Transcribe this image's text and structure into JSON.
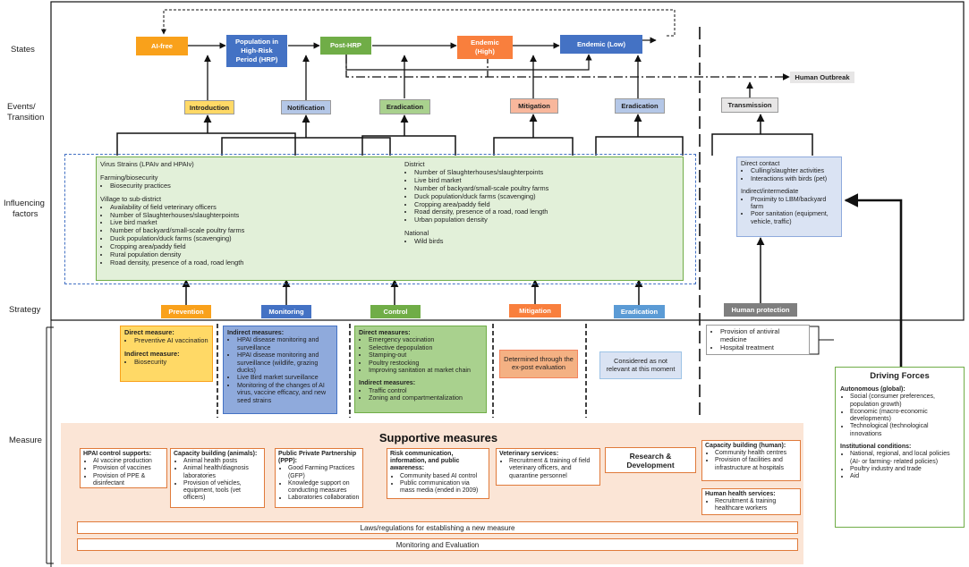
{
  "row_labels": {
    "states": "States",
    "events_l1": "Events/",
    "events_l2": "Transition",
    "inf_l1": "Influencing",
    "inf_l2": "factors",
    "strategy": "Strategy",
    "measure": "Measure"
  },
  "states": {
    "ai_free": "AI-free",
    "hrp_l1": "Population in",
    "hrp_l2": "High-Risk",
    "hrp_l3": "Period (HRP)",
    "post_hrp": "Post-HRP",
    "endemic_high_l1": "Endemic",
    "endemic_high_l2": "(High)",
    "endemic_low": "Endemic (Low)",
    "human_outbreak": "Human Outbreak"
  },
  "events": {
    "introduction": "Introduction",
    "notification": "Notification",
    "eradication": "Eradication",
    "mitigation": "Mitigation",
    "eradication2": "Eradication",
    "transmission": "Transmission"
  },
  "influencing": {
    "left_col": [
      {
        "type": "text",
        "text": "Virus Strains (LPAIv and HPAIv)"
      },
      {
        "type": "gap"
      },
      {
        "type": "text",
        "text": "Farming/biosecurity"
      },
      {
        "type": "bullet",
        "text": "Biosecurity practices"
      },
      {
        "type": "gap"
      },
      {
        "type": "text",
        "text": "Village to sub-district"
      },
      {
        "type": "bullet",
        "text": "Availability of field veterinary officers"
      },
      {
        "type": "bullet",
        "text": "Number of Slaughterhouses/slaughterpoints"
      },
      {
        "type": "bullet",
        "text": "Live bird market"
      },
      {
        "type": "bullet",
        "text": "Number of backyard/small-scale poultry farms"
      },
      {
        "type": "bullet",
        "text": "Duck population/duck farms (scavenging)"
      },
      {
        "type": "bullet",
        "text": "Cropping area/paddy field"
      },
      {
        "type": "bullet",
        "text": "Rural population density"
      },
      {
        "type": "bullet",
        "text": "Road density, presence of a road, road length"
      }
    ],
    "right_col": [
      {
        "type": "text",
        "text": "District"
      },
      {
        "type": "bullet",
        "text": "Number of Slaughterhouses/slaughterpoints"
      },
      {
        "type": "bullet",
        "text": "Live bird market"
      },
      {
        "type": "bullet",
        "text": "Number of backyard/small-scale poultry farms"
      },
      {
        "type": "bullet",
        "text": "Duck population/duck farms (scavenging)"
      },
      {
        "type": "bullet",
        "text": "Cropping area/paddy field"
      },
      {
        "type": "bullet",
        "text": "Road density, presence of a road, road length"
      },
      {
        "type": "bullet",
        "text": "Urban population density"
      },
      {
        "type": "gap"
      },
      {
        "type": "text",
        "text": "National"
      },
      {
        "type": "bullet",
        "text": "Wild birds"
      }
    ],
    "human_col": [
      {
        "type": "text",
        "text": "Direct contact"
      },
      {
        "type": "bullet",
        "text": "Culling/slaughter activities"
      },
      {
        "type": "bullet",
        "text": "Interactions with birds (pet)"
      },
      {
        "type": "gap"
      },
      {
        "type": "text",
        "text": "Indirect/intermediate"
      },
      {
        "type": "bullet",
        "text": "Proximity to LBM/backyard farm"
      },
      {
        "type": "bullet",
        "text": "Poor sanitation (equipment, vehicle, traffic)"
      }
    ]
  },
  "strategies": {
    "prevention": "Prevention",
    "monitoring": "Monitoring",
    "control": "Control",
    "mitigation": "Mitigation",
    "eradication": "Eradication",
    "human_protection": "Human protection"
  },
  "measures": {
    "prevention": [
      {
        "type": "head",
        "text": "Direct measure:"
      },
      {
        "type": "bullet",
        "text": "Preventive AI vaccination"
      },
      {
        "type": "gap"
      },
      {
        "type": "head",
        "text": "Indirect measure:"
      },
      {
        "type": "bullet",
        "text": "Biosecurity"
      }
    ],
    "monitoring": [
      {
        "type": "head",
        "text": "Indirect measures:"
      },
      {
        "type": "bullet",
        "text": "HPAI disease monitoring and surveillance"
      },
      {
        "type": "bullet",
        "text": "HPAI disease monitoring and surveillance (wildlife, grazing ducks)"
      },
      {
        "type": "bullet",
        "text": "Live Bird market surveillance"
      },
      {
        "type": "bullet",
        "text": "Monitoring of the changes of AI virus, vaccine efficacy, and new seed strains"
      }
    ],
    "control": [
      {
        "type": "head",
        "text": "Direct measures:"
      },
      {
        "type": "bullet",
        "text": "Emergency vaccination"
      },
      {
        "type": "bullet",
        "text": "Selective depopulation"
      },
      {
        "type": "bullet",
        "text": "Stamping-out"
      },
      {
        "type": "bullet",
        "text": "Poultry restocking"
      },
      {
        "type": "bullet",
        "text": "Improving sanitation at market chain"
      },
      {
        "type": "gap"
      },
      {
        "type": "head",
        "text": "Indirect measures:"
      },
      {
        "type": "bullet",
        "text": "Traffic control"
      },
      {
        "type": "bullet",
        "text": "Zoning and compartmentalization"
      }
    ],
    "mitigation_text": "Determined through the ex-post evaluation",
    "eradication_text": "Considered as not relevant at this moment",
    "human": [
      {
        "type": "bullet",
        "text": "Provision of antiviral medicine"
      },
      {
        "type": "bullet",
        "text": "Hospital treatment"
      }
    ]
  },
  "supportive": {
    "title": "Supportive measures",
    "hpai": [
      {
        "type": "head",
        "text": "HPAI control supports:"
      },
      {
        "type": "bullet",
        "text": "AI vaccine production"
      },
      {
        "type": "bullet",
        "text": "Provision of vaccines"
      },
      {
        "type": "bullet",
        "text": "Provision of PPE & disinfectant"
      }
    ],
    "cap_animals": [
      {
        "type": "head",
        "text": "Capacity building (animals):"
      },
      {
        "type": "bullet",
        "text": "Animal health posts"
      },
      {
        "type": "bullet",
        "text": "Animal health/diagnosis laboratories"
      },
      {
        "type": "bullet",
        "text": "Provision of vehicles, equipment, tools (vet officers)"
      }
    ],
    "ppp": [
      {
        "type": "head",
        "text": "Public Private Partnership (PPP):"
      },
      {
        "type": "bullet",
        "text": "Good Farming Practices (GFP)"
      },
      {
        "type": "bullet",
        "text": "Knowledge support on conducting measures"
      },
      {
        "type": "bullet",
        "text": "Laboratories collaboration"
      }
    ],
    "risk": [
      {
        "type": "head",
        "text": "Risk communication, information, and public awareness:"
      },
      {
        "type": "bullet",
        "text": "Community based AI control"
      },
      {
        "type": "bullet",
        "text": "Public communication via mass media (ended in 2009)"
      }
    ],
    "vet": [
      {
        "type": "head",
        "text": "Veterinary services:"
      },
      {
        "type": "bullet",
        "text": "Recruitment & training of field veterinary officers, and quarantine personnel"
      }
    ],
    "rnd_l1": "Research &",
    "rnd_l2": "Development",
    "cap_human": [
      {
        "type": "head",
        "text": "Capacity building (human):"
      },
      {
        "type": "bullet",
        "text": "Community health centres"
      },
      {
        "type": "bullet",
        "text": "Provision of facilities and infrastructure at hospitals"
      }
    ],
    "health_services": [
      {
        "type": "head",
        "text": "Human health services:"
      },
      {
        "type": "bullet",
        "text": "Recruitment & training healthcare workers"
      }
    ],
    "laws": "Laws/regulations for establishing a new measure",
    "me": "Monitoring and Evaluation"
  },
  "driving_forces": {
    "title": "Driving Forces",
    "items": [
      {
        "type": "head",
        "text": "Autonomous (global):"
      },
      {
        "type": "bullet",
        "text": "Social (consumer preferences, population growth)"
      },
      {
        "type": "bullet",
        "text": "Economic (macro-economic developments)"
      },
      {
        "type": "bullet",
        "text": "Technological (technological innovations"
      },
      {
        "type": "gap"
      },
      {
        "type": "head",
        "text": "Institutional conditions:"
      },
      {
        "type": "bullet",
        "text": "National, regional, and local policies (AI- or farming- related policies)"
      },
      {
        "type": "bullet",
        "text": "Poultry industry and trade"
      },
      {
        "type": "bullet",
        "text": "Aid"
      }
    ]
  },
  "colors": {
    "orange": "#f9a11b",
    "blue": "#4472c4",
    "green": "#70ad47",
    "salmon": "#f4845f",
    "lightorange_fill": "#ffd966",
    "lightblue_fill": "#b4c7e7",
    "lightgreen_fill": "#a9d18e",
    "grey": "#7f7f7f",
    "peach_bg": "#fbe5d6"
  }
}
